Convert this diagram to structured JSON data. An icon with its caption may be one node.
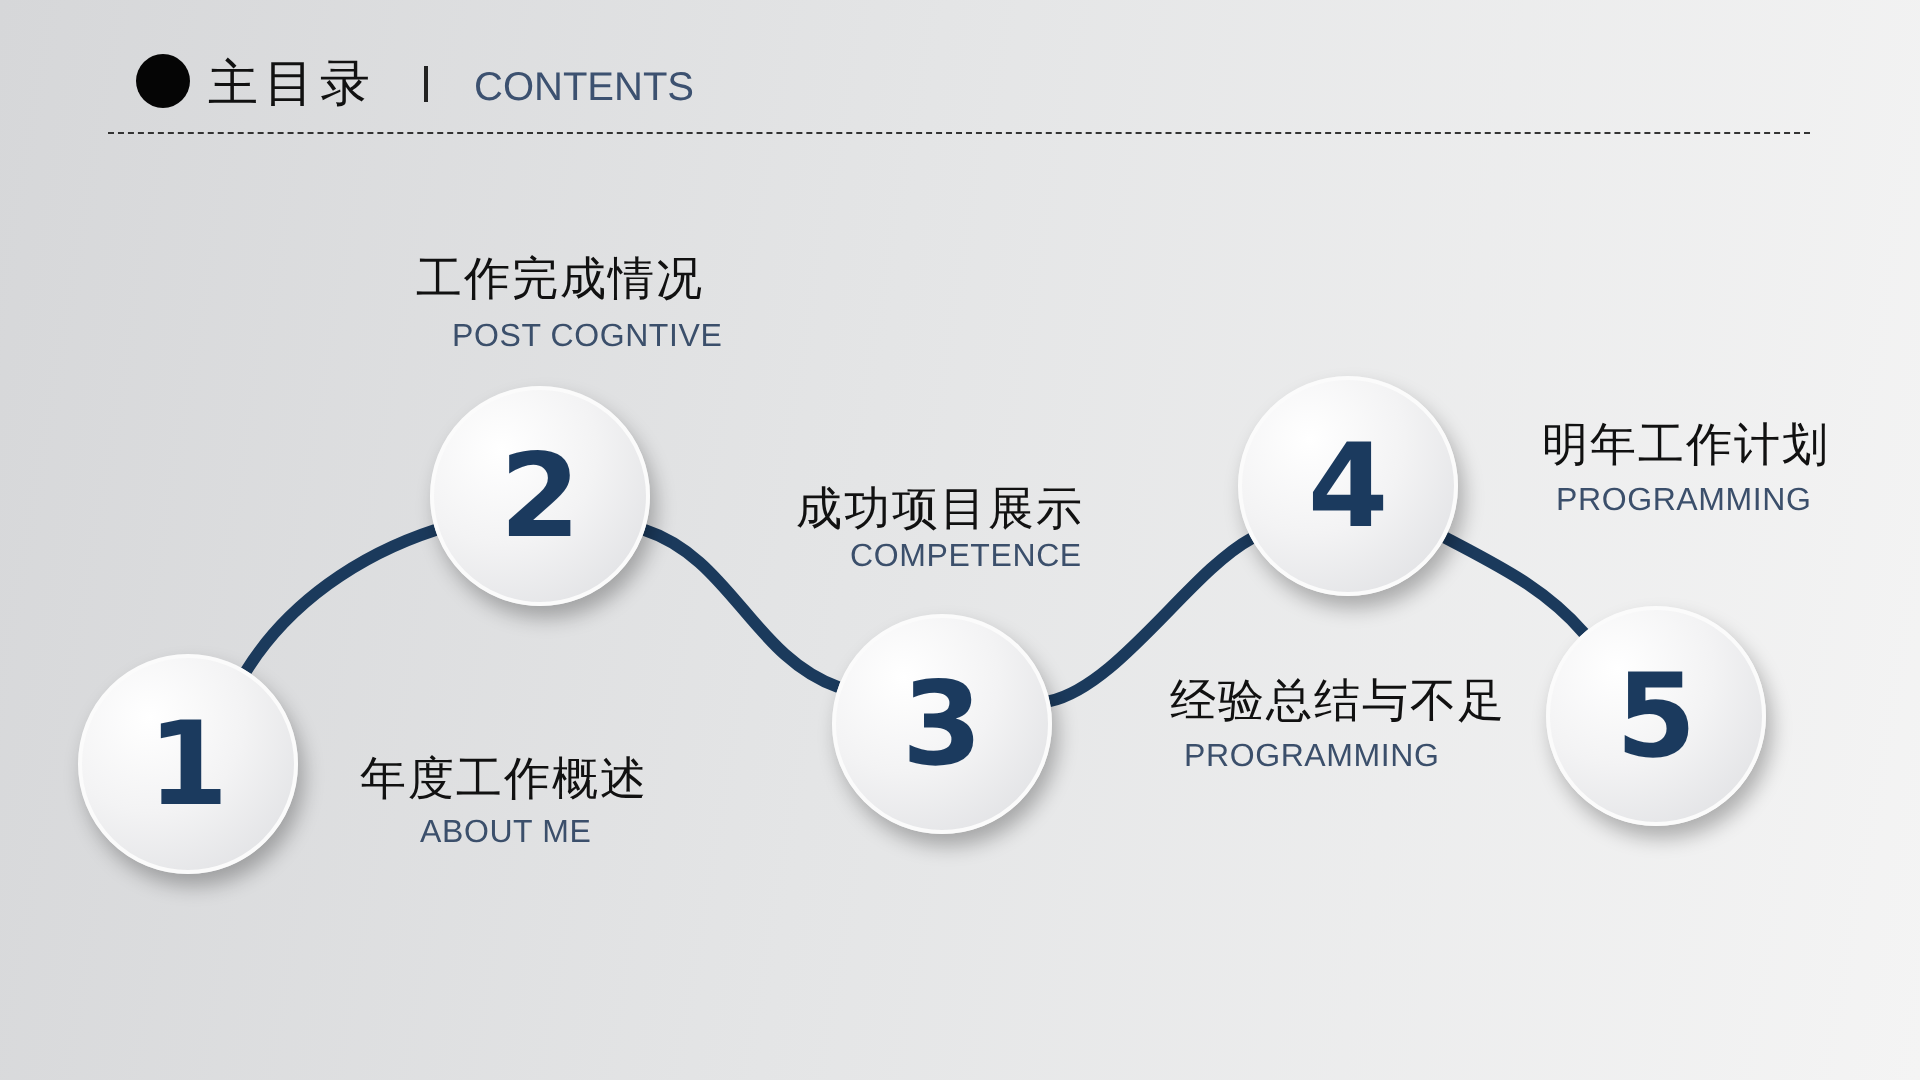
{
  "diagram": {
    "title": "主目录",
    "nodes": [
      {
        "text": [
          "1"
        ],
        "beside": [
          "年度工作概述",
          "ABOUT ME"
        ]
      },
      {
        "text": [
          "2"
        ],
        "beside": [
          "工作完成情况",
          "POST COGNTIVE"
        ]
      },
      {
        "text": [
          "3"
        ],
        "beside": [
          "成功项目展示",
          "COMPETENCE"
        ]
      },
      {
        "text": [
          "4"
        ],
        "beside": [
          "经验总结与不足",
          "PROGRAMMING"
        ]
      },
      {
        "text": [
          "5"
        ],
        "beside": [
          "明年工作计划",
          "PROGRAMMING"
        ]
      }
    ],
    "edges": [
      {
        "from": 0,
        "to": 1,
        "arrow": "none"
      },
      {
        "from": 1,
        "to": 2,
        "arrow": "none"
      },
      {
        "from": 2,
        "to": 3,
        "arrow": "none"
      },
      {
        "from": 3,
        "to": 4,
        "arrow": "none"
      }
    ],
    "labels": [
      "CONTENTS"
    ]
  }
}
